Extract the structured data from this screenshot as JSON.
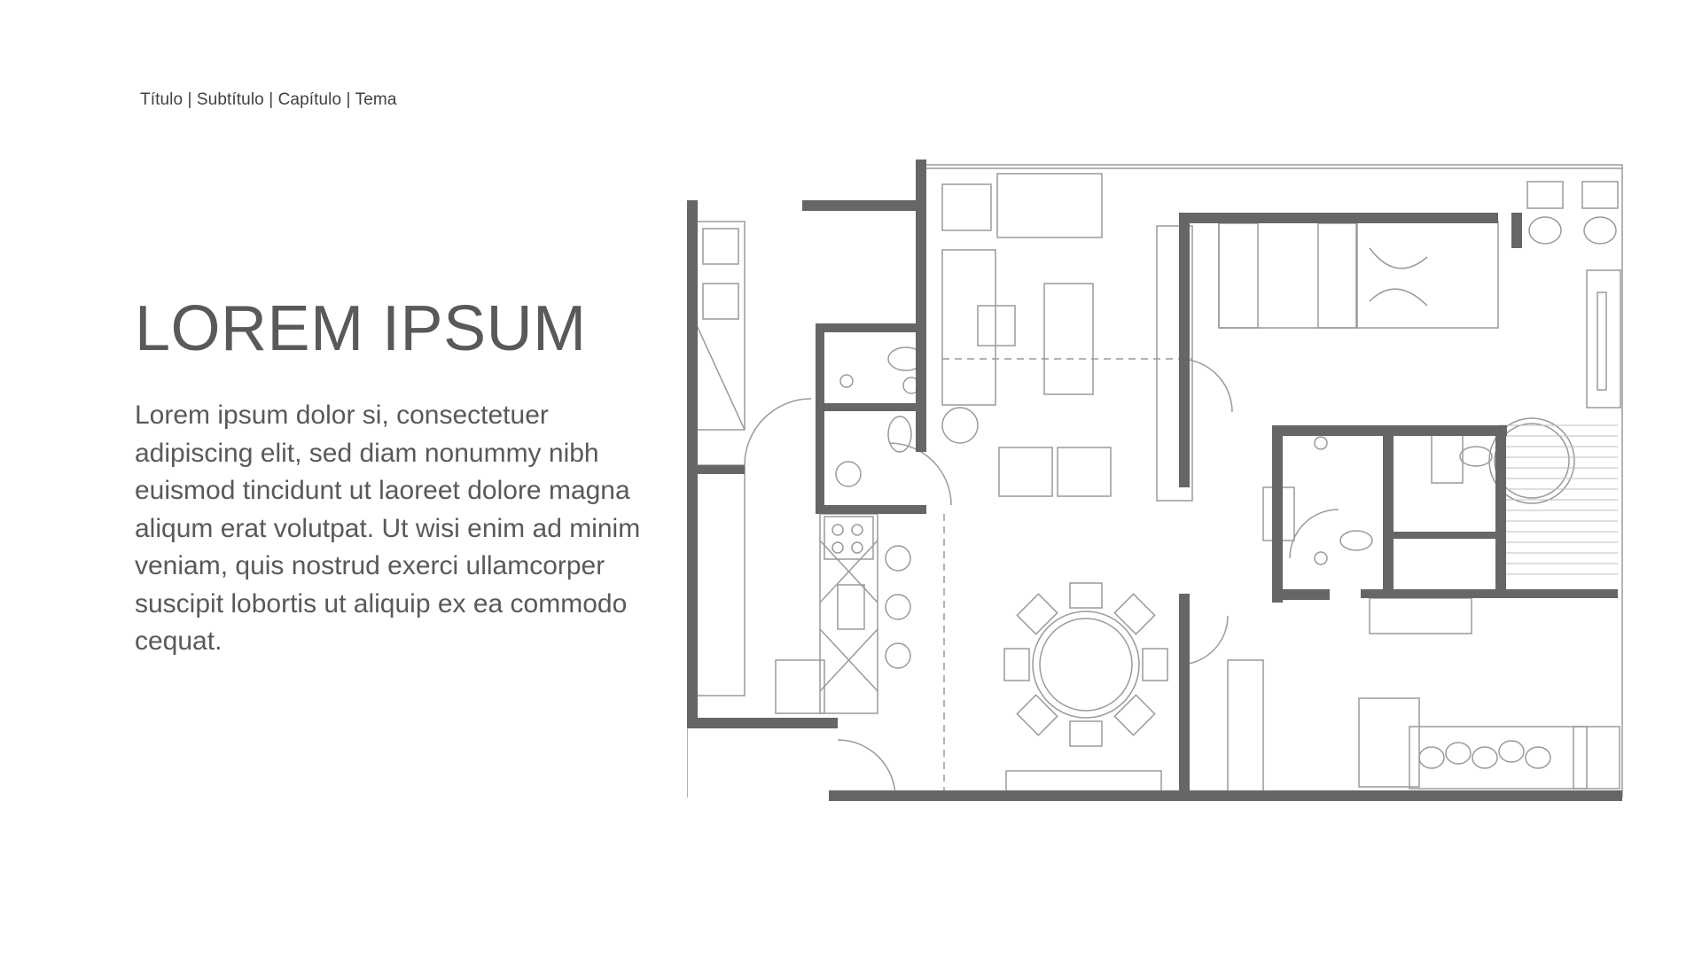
{
  "breadcrumb": "Título | Subtítulo | Capítulo | Tema",
  "title": "LOREM IPSUM",
  "body": "Lorem ipsum dolor si, consectetuer adipiscing elit, sed diam nonummy nibh euismod tincidunt ut laoreet dolore magna aliqum erat volutpat. Ut wisi enim ad minim veniam, quis nostrud exerci ullamcorper suscipit lobortis ut aliquip ex ea commodo cequat.",
  "colors": {
    "text": "#595959",
    "breadcrumb": "#404040",
    "wall": "#666666",
    "line": "#9a9a9a"
  }
}
